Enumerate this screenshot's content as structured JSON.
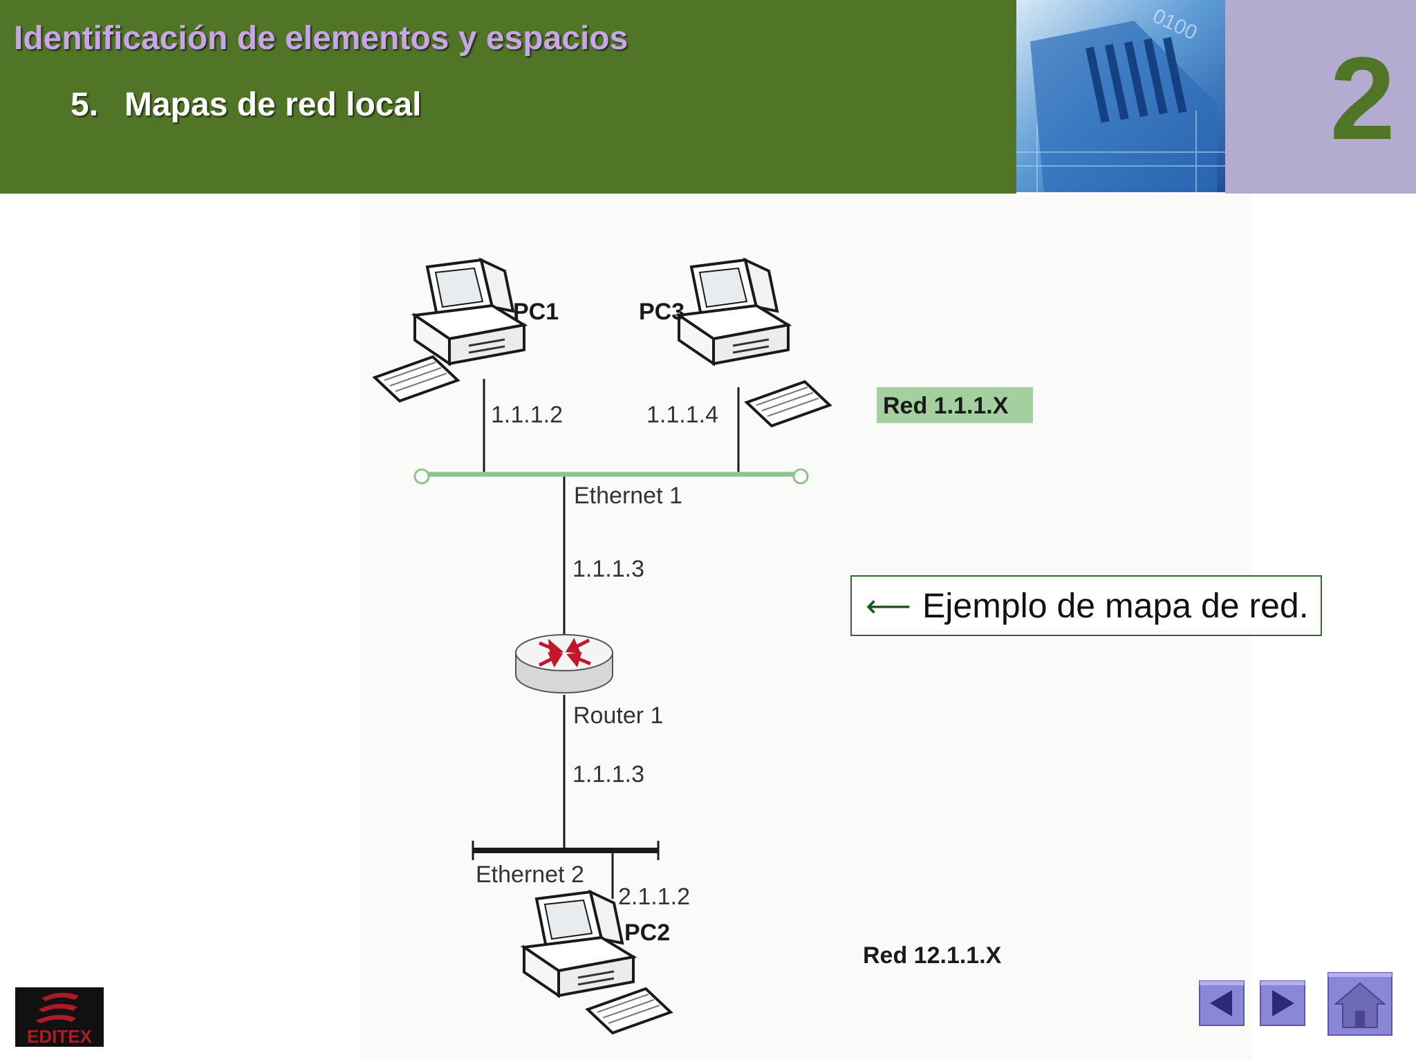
{
  "header": {
    "title": "Identificación de elementos y espacios",
    "section_number": "5.",
    "section_title": "Mapas de red local",
    "chapter_number": "2"
  },
  "diagram": {
    "pc1": {
      "label": "PC1",
      "ip": "1.1.1.2"
    },
    "pc3": {
      "label": "PC3",
      "ip": "1.1.1.4"
    },
    "pc2": {
      "label": "PC2",
      "ip": "2.1.1.2"
    },
    "ethernet1": "Ethernet 1",
    "ethernet2": "Ethernet 2",
    "router": {
      "label": "Router 1",
      "ip_top": "1.1.1.3",
      "ip_bottom": "1.1.1.3"
    },
    "network_top": "Red 1.1.1.X",
    "network_bottom": "Red 12.1.1.X"
  },
  "callout": {
    "arrow": "⟵",
    "text": "Ejemplo de mapa de red."
  },
  "logo": {
    "text": "EDITEX"
  },
  "nav": {
    "prev": "previous-arrow",
    "next": "next-arrow",
    "home": "home-icon"
  },
  "colors": {
    "header_green": "#507526",
    "title_lilac": "#c8a6e6",
    "chapter_panel": "#b3acd0",
    "network_badge": "#a4d0a0",
    "nav_button": "#8a86d8",
    "logo_red": "#b01a28"
  }
}
